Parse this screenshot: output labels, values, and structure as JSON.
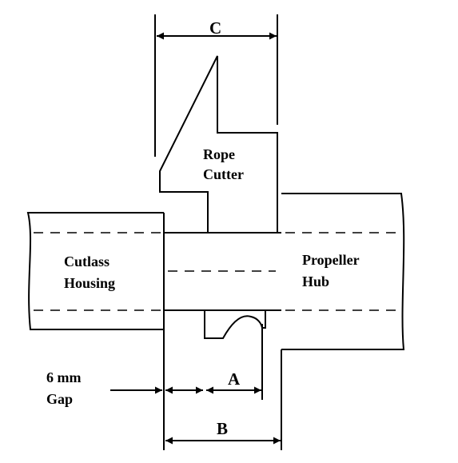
{
  "labels": {
    "dim_c": "C",
    "rope_cutter_line1": "Rope",
    "rope_cutter_line2": "Cutter",
    "cutlass_housing_line1": "Cutlass",
    "cutlass_housing_line2": "Housing",
    "propeller_hub_line1": "Propeller",
    "propeller_hub_line2": "Hub",
    "gap_line1": "6 mm",
    "gap_line2": "Gap",
    "dim_a": "A",
    "dim_b": "B"
  },
  "colors": {
    "stroke": "#000000",
    "background": "#ffffff"
  }
}
